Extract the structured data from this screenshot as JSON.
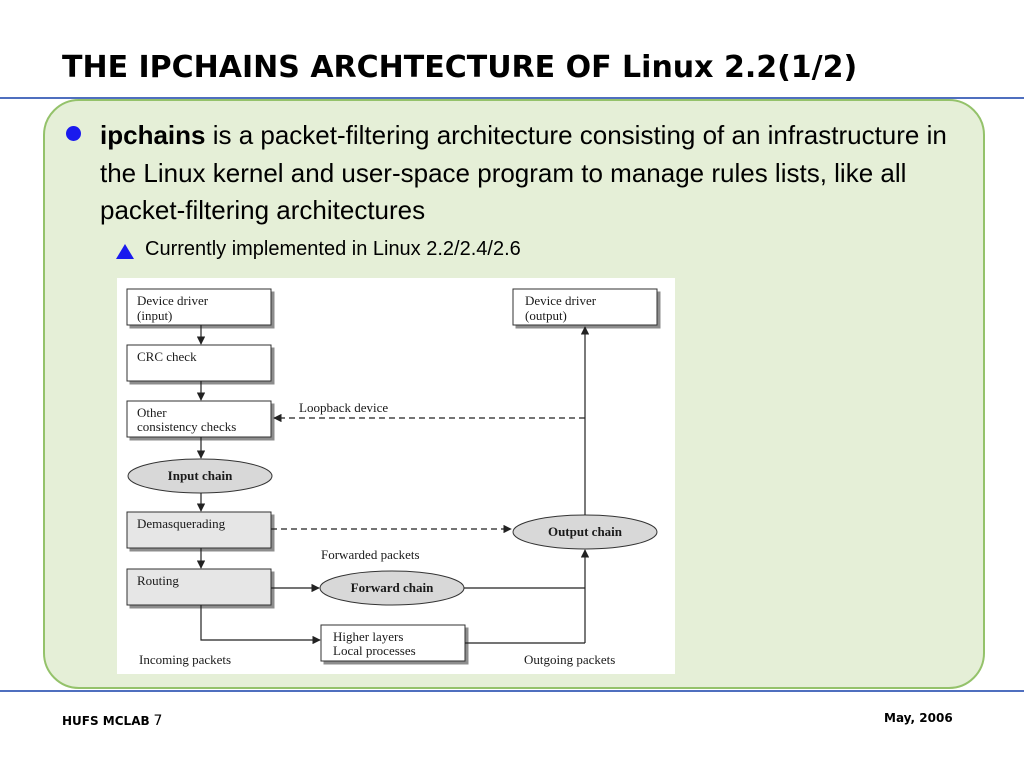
{
  "slide": {
    "title": "THE IPCHAINS ARCHTECTURE OF Linux 2.2(1/2)",
    "bullet": {
      "term": "ipchains",
      "text": " is a packet-filtering architecture consisting of an infrastructure in the Linux kernel and user-space program to manage rules lists, like all packet-filtering architectures"
    },
    "sub_bullet": "Currently implemented in Linux 2.2/2.4/2.6"
  },
  "diagram": {
    "boxes": {
      "dev_in": [
        "Device driver",
        "(input)"
      ],
      "crc": "CRC check",
      "consistency": [
        "Other",
        "consistency checks"
      ],
      "demasq": "Demasquerading",
      "routing": "Routing",
      "higher": [
        "Higher layers",
        "Local processes"
      ],
      "dev_out": [
        "Device driver",
        "(output)"
      ]
    },
    "chains": {
      "input": "Input chain",
      "output": "Output chain",
      "forward": "Forward chain"
    },
    "labels": {
      "loopback": "Loopback device",
      "forwarded": "Forwarded packets",
      "incoming": "Incoming packets",
      "outgoing": "Outgoing packets"
    }
  },
  "footer": {
    "org": "HUFS MCLAB",
    "page": "7",
    "date": "May, 2006"
  },
  "colors": {
    "panel_fill": "#e5efd7",
    "panel_border": "#94c26a",
    "rule": "#4f6fbf",
    "bullet": "#1a1aee"
  }
}
